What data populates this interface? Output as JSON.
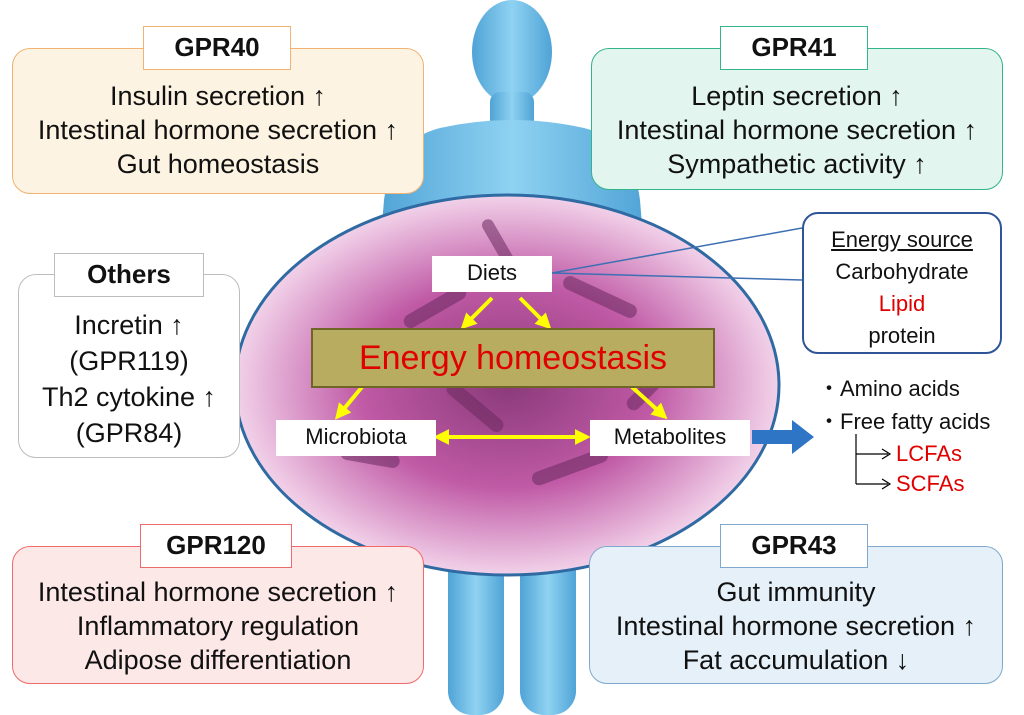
{
  "gpr40": {
    "title": "GPR40",
    "lines": [
      "Insulin secretion ↑",
      "Intestinal hormone secretion ↑",
      "Gut homeostasis"
    ]
  },
  "gpr41": {
    "title": "GPR41",
    "lines": [
      "Leptin secretion ↑",
      "Intestinal hormone secretion ↑",
      "Sympathetic activity ↑"
    ]
  },
  "others": {
    "title": "Others",
    "lines": [
      "Incretin ↑",
      "(GPR119)",
      "Th2 cytokine ↑",
      "(GPR84)"
    ]
  },
  "gpr120": {
    "title": "GPR120",
    "lines": [
      "Intestinal hormone secretion ↑",
      "Inflammatory regulation",
      "Adipose differentiation"
    ]
  },
  "gpr43": {
    "title": "GPR43",
    "lines": [
      "Gut immunity",
      "Intestinal hormone secretion ↑",
      "Fat accumulation ↓"
    ]
  },
  "center": {
    "title": "Energy homeostasis",
    "diets": "Diets",
    "microbiota": "Microbiota",
    "metabolites": "Metabolites"
  },
  "energy_source": {
    "heading": "Energy source",
    "items": [
      "Carbohydrate",
      "Lipid",
      "protein"
    ]
  },
  "metabolite_list": {
    "items": [
      "・Amino acids",
      "・Free fatty acids"
    ],
    "sub": [
      "LCFAs",
      "SCFAs"
    ]
  },
  "colors": {
    "gpr40": "#f2b272",
    "gpr41": "#33b48a",
    "gpr120": "#ee6b6b",
    "gpr43": "#7fa8cc",
    "others": "#bdbdbd",
    "highlight": "#e00000",
    "arrow": "#ffff00"
  }
}
